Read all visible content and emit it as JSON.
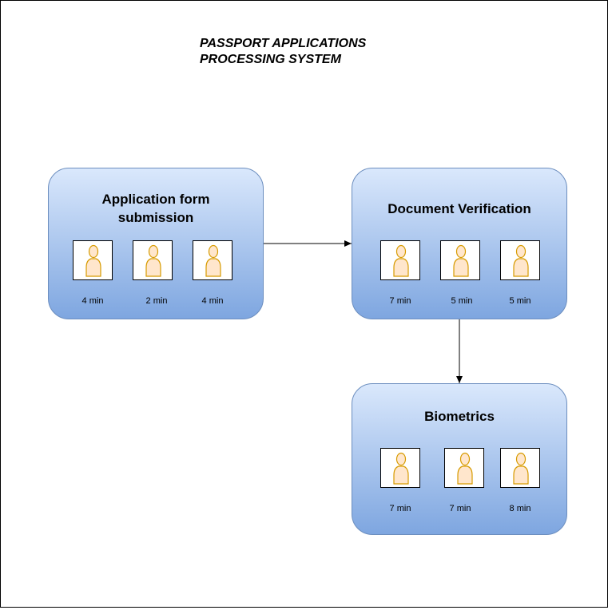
{
  "title": {
    "line1": "PASSPORT APPLICATIONS",
    "line2": "PROCESSING SYSTEM"
  },
  "stages": [
    {
      "name": "Application form submission",
      "title_line1": "Application form",
      "title_line2": "submission",
      "agents": [
        {
          "icon": "person-icon",
          "duration": "4 min"
        },
        {
          "icon": "person-icon",
          "duration": "2 min"
        },
        {
          "icon": "person-icon",
          "duration": "4 min"
        }
      ]
    },
    {
      "name": "Document Verification",
      "title_line1": "Document Verification",
      "agents": [
        {
          "icon": "person-icon",
          "duration": "7 min"
        },
        {
          "icon": "person-icon",
          "duration": "5 min"
        },
        {
          "icon": "person-icon",
          "duration": "5 min"
        }
      ]
    },
    {
      "name": "Biometrics",
      "title_line1": "Biometrics",
      "agents": [
        {
          "icon": "person-icon",
          "duration": "7 min"
        },
        {
          "icon": "person-icon",
          "duration": "7 min"
        },
        {
          "icon": "person-icon",
          "duration": "8 min"
        }
      ]
    }
  ],
  "connections": [
    {
      "from": "Application form submission",
      "to": "Document Verification"
    },
    {
      "from": "Document Verification",
      "to": "Biometrics"
    }
  ],
  "colors": {
    "stage_fill_top": "#dae8fc",
    "stage_fill_bottom": "#7ea6e0",
    "stage_border": "#6c8ebf",
    "person_fill": "#ffe6cc",
    "person_stroke": "#d79b00"
  }
}
